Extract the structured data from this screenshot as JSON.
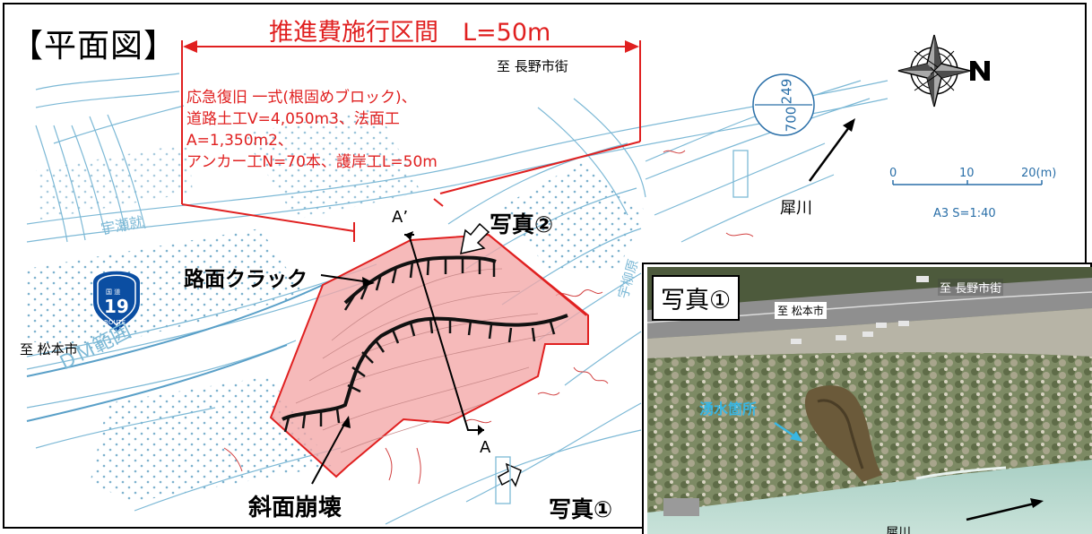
{
  "map": {
    "title": "【平面図】",
    "span_title": "推進費施行区間　L=50m",
    "work_lines": [
      "応急復旧 一式(根固めブロック)、",
      "道路土工V=4,050m3、法面工A=1,350m2、",
      "アンカー工N=70本、護岸工L=50m"
    ],
    "to_nagano": "至 長野市街",
    "to_matsumoto": "至 松本市",
    "road_crack": "路面クラック",
    "slope_failure": "斜面崩壊",
    "photo2_label": "写真②",
    "photo1_label": "写真①",
    "section_a": "A",
    "section_a_prime": "A’",
    "river": "犀川",
    "dm_range": "ＤＭ範囲",
    "north_letter": "N",
    "scale": {
      "ticks": [
        "0",
        "10",
        "20(m)"
      ],
      "note": "A3 S=1:40"
    },
    "route": {
      "top": "国 道",
      "number": "19",
      "bottom": "ROUTE"
    },
    "place_names": [
      "宇瀬就",
      "宇柳原"
    ],
    "markers": [
      "249",
      "700"
    ],
    "colors": {
      "red": "#e02020",
      "slide_fill": "#f4a6a6",
      "blue_drawing": "#7db9d6",
      "route_blue": "#0b4ea2",
      "spring": "#39b6e3"
    }
  },
  "inset": {
    "title": "写真①",
    "to_nagano": "至 長野市街",
    "to_matsumoto": "至 松本市",
    "spring_label": "湧水箇所",
    "river": "犀川"
  }
}
